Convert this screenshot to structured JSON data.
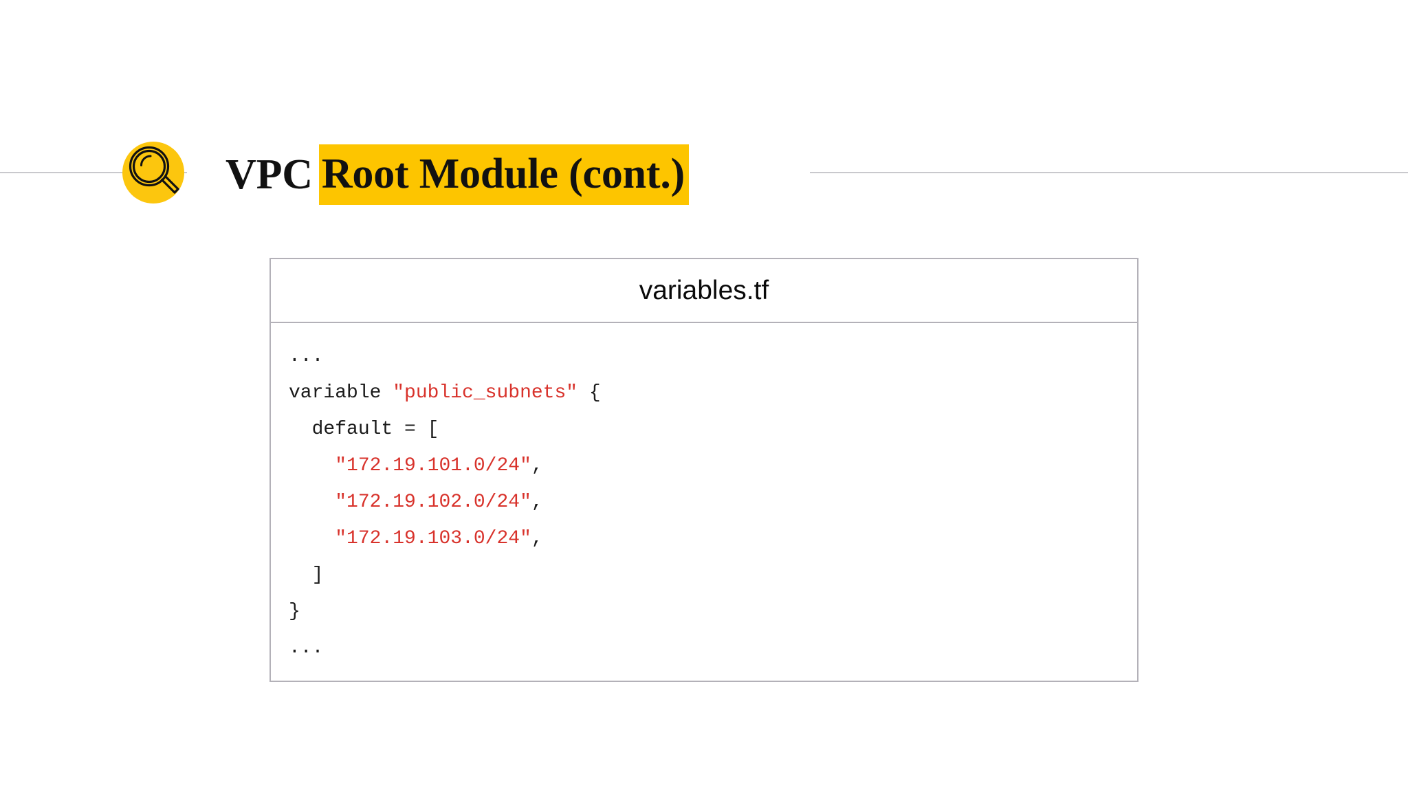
{
  "slide": {
    "background_color": "#ffffff",
    "title": {
      "plain_prefix": "VPC",
      "highlighted": "Root Module (cont.)",
      "highlight_color": "#FDC500",
      "text_color": "#111111"
    },
    "badge": {
      "icon": "magnifier-icon",
      "circle_color": "#FCC60E",
      "stroke_color": "#111111"
    },
    "rules": {
      "color": "#c9c9cd"
    }
  },
  "code_panel": {
    "header_title": "variables.tf",
    "border_color": "#b3b1b8",
    "string_color": "#D8322B",
    "code_color": "#1b1b1b",
    "lines": [
      {
        "id": "ellipsis-top",
        "segments": [
          {
            "t": "...",
            "k": "code"
          }
        ]
      },
      {
        "id": "variable-decl",
        "segments": [
          {
            "t": "variable ",
            "k": "code"
          },
          {
            "t": "\"public_subnets\"",
            "k": "str"
          },
          {
            "t": " {",
            "k": "code"
          }
        ]
      },
      {
        "id": "default-open",
        "segments": [
          {
            "t": "  default = [",
            "k": "code"
          }
        ]
      },
      {
        "id": "subnet-1",
        "segments": [
          {
            "t": "    ",
            "k": "code"
          },
          {
            "t": "\"172.19.101.0/24\"",
            "k": "str"
          },
          {
            "t": ",",
            "k": "code"
          }
        ]
      },
      {
        "id": "subnet-2",
        "segments": [
          {
            "t": "    ",
            "k": "code"
          },
          {
            "t": "\"172.19.102.0/24\"",
            "k": "str"
          },
          {
            "t": ",",
            "k": "code"
          }
        ]
      },
      {
        "id": "subnet-3",
        "segments": [
          {
            "t": "    ",
            "k": "code"
          },
          {
            "t": "\"172.19.103.0/24\"",
            "k": "str"
          },
          {
            "t": ",",
            "k": "code"
          }
        ]
      },
      {
        "id": "list-close",
        "segments": [
          {
            "t": "  ]",
            "k": "code"
          }
        ]
      },
      {
        "id": "block-close",
        "segments": [
          {
            "t": "}",
            "k": "code"
          }
        ]
      },
      {
        "id": "ellipsis-bot",
        "segments": [
          {
            "t": "...",
            "k": "code"
          }
        ]
      }
    ]
  }
}
